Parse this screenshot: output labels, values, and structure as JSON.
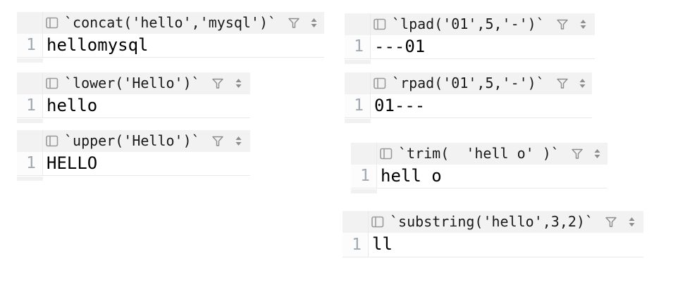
{
  "app": {
    "description": "Database IDE query result grids for SQL string functions",
    "background": "#ffffff"
  },
  "colors": {
    "header_bg": "#f2f2f2",
    "row_bg": "#ffffff",
    "gutter_bg": "#fcfcfc",
    "grid_line": "#e9e9e9",
    "header_text": "#1a1a1a",
    "cell_text": "#000000",
    "row_number_text": "#a0a8b2",
    "icon_gray": "#8d8d8d",
    "column_icon_gray": "#9a9a9a"
  },
  "icons": {
    "column": "column-icon",
    "filter": "filter-funnel-icon",
    "sort": "sort-spinner-icon"
  },
  "tables": [
    {
      "column": "`concat('hello','mysql')`",
      "row_number": "1",
      "value": "hellomysql"
    },
    {
      "column": "`lower('Hello')`",
      "row_number": "1",
      "value": "hello"
    },
    {
      "column": "`upper('Hello')`",
      "row_number": "1",
      "value": "HELLO"
    },
    {
      "column": "`lpad('01',5,'-')`",
      "row_number": "1",
      "value": "---01"
    },
    {
      "column": "`rpad('01',5,'-')`",
      "row_number": "1",
      "value": "01---"
    },
    {
      "column": "`trim(  'hell o' )`",
      "row_number": "1",
      "value": "hell o"
    },
    {
      "column": "`substring('hello',3,2)`",
      "row_number": "1",
      "value": "ll"
    }
  ]
}
